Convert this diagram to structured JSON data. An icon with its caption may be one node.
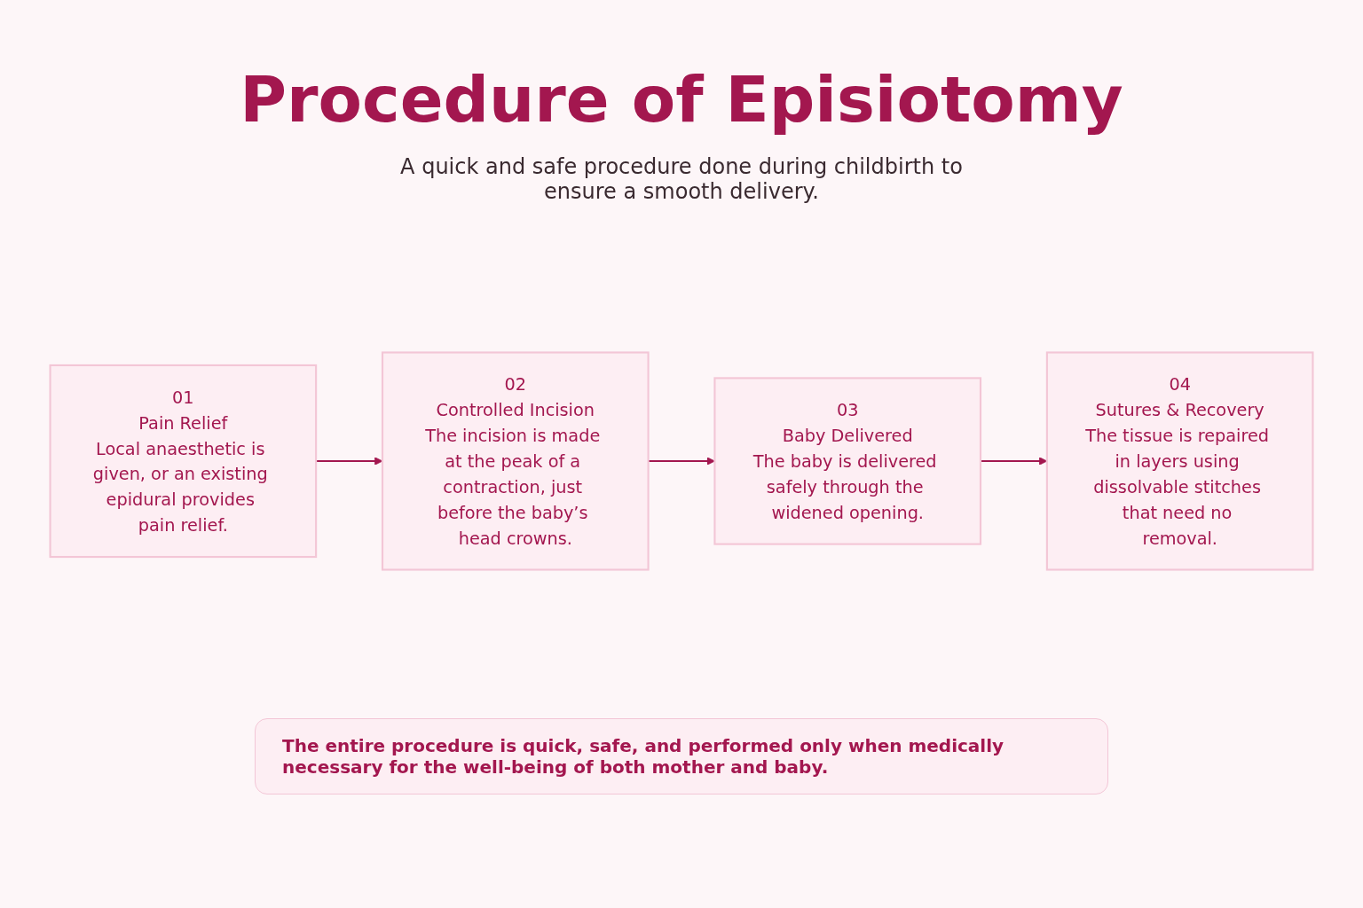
{
  "diagram": {
    "title": "Procedure of Episiotomy",
    "nodes": [
      {
        "text": [
          "01",
          "Pain Relief",
          "Local anaesthetic is given, or an existing epidural provides pain relief."
        ]
      },
      {
        "text": [
          "02",
          "Controlled Incision",
          "The incision is made at the peak of a contraction, just before the baby’s head crowns."
        ]
      },
      {
        "text": [
          "03",
          "Baby Delivered",
          "The baby is delivered safely through the widened opening."
        ]
      },
      {
        "text": [
          "04",
          "Sutures & Recovery",
          "The tissue is repaired in layers using dissolvable stitches that need no removal."
        ]
      }
    ],
    "edges": [
      {
        "from": 0,
        "to": 1,
        "arrow": "to"
      },
      {
        "from": 1,
        "to": 2,
        "arrow": "to"
      },
      {
        "from": 2,
        "to": 3,
        "arrow": "to"
      }
    ],
    "labels": [
      "A quick and safe procedure done during childbirth to ensure a smooth delivery.",
      "The entire procedure is quick, safe, and performed only when medically necessary for the well-being of both mother and baby."
    ]
  }
}
